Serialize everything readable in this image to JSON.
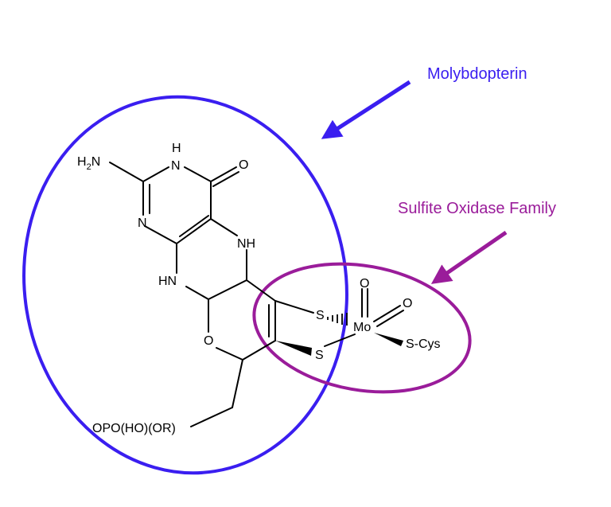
{
  "labels": {
    "molybdopterin": "Molybdopterin",
    "sulfite_oxidase_family": "Sulfite Oxidase Family"
  },
  "atoms": {
    "amino_h": "H",
    "amino_sub": "2",
    "amino_n": "N",
    "n3_h": "H",
    "n3": "N",
    "carbonyl_o": "O",
    "n1": "N",
    "nh5": "NH",
    "hn8": "HN",
    "ring_o": "O",
    "s_upper": "S",
    "s_lower": "S",
    "mo": "Mo",
    "mo_oxo1": "O",
    "mo_oxo2": "O",
    "s_cys": "S-Cys",
    "phosphate": "OPO(HO)(OR)"
  },
  "colors": {
    "molybdopterin": "#3a1ef0",
    "sulfite_oxidase": "#9a1c9a",
    "structure": "#000000"
  }
}
